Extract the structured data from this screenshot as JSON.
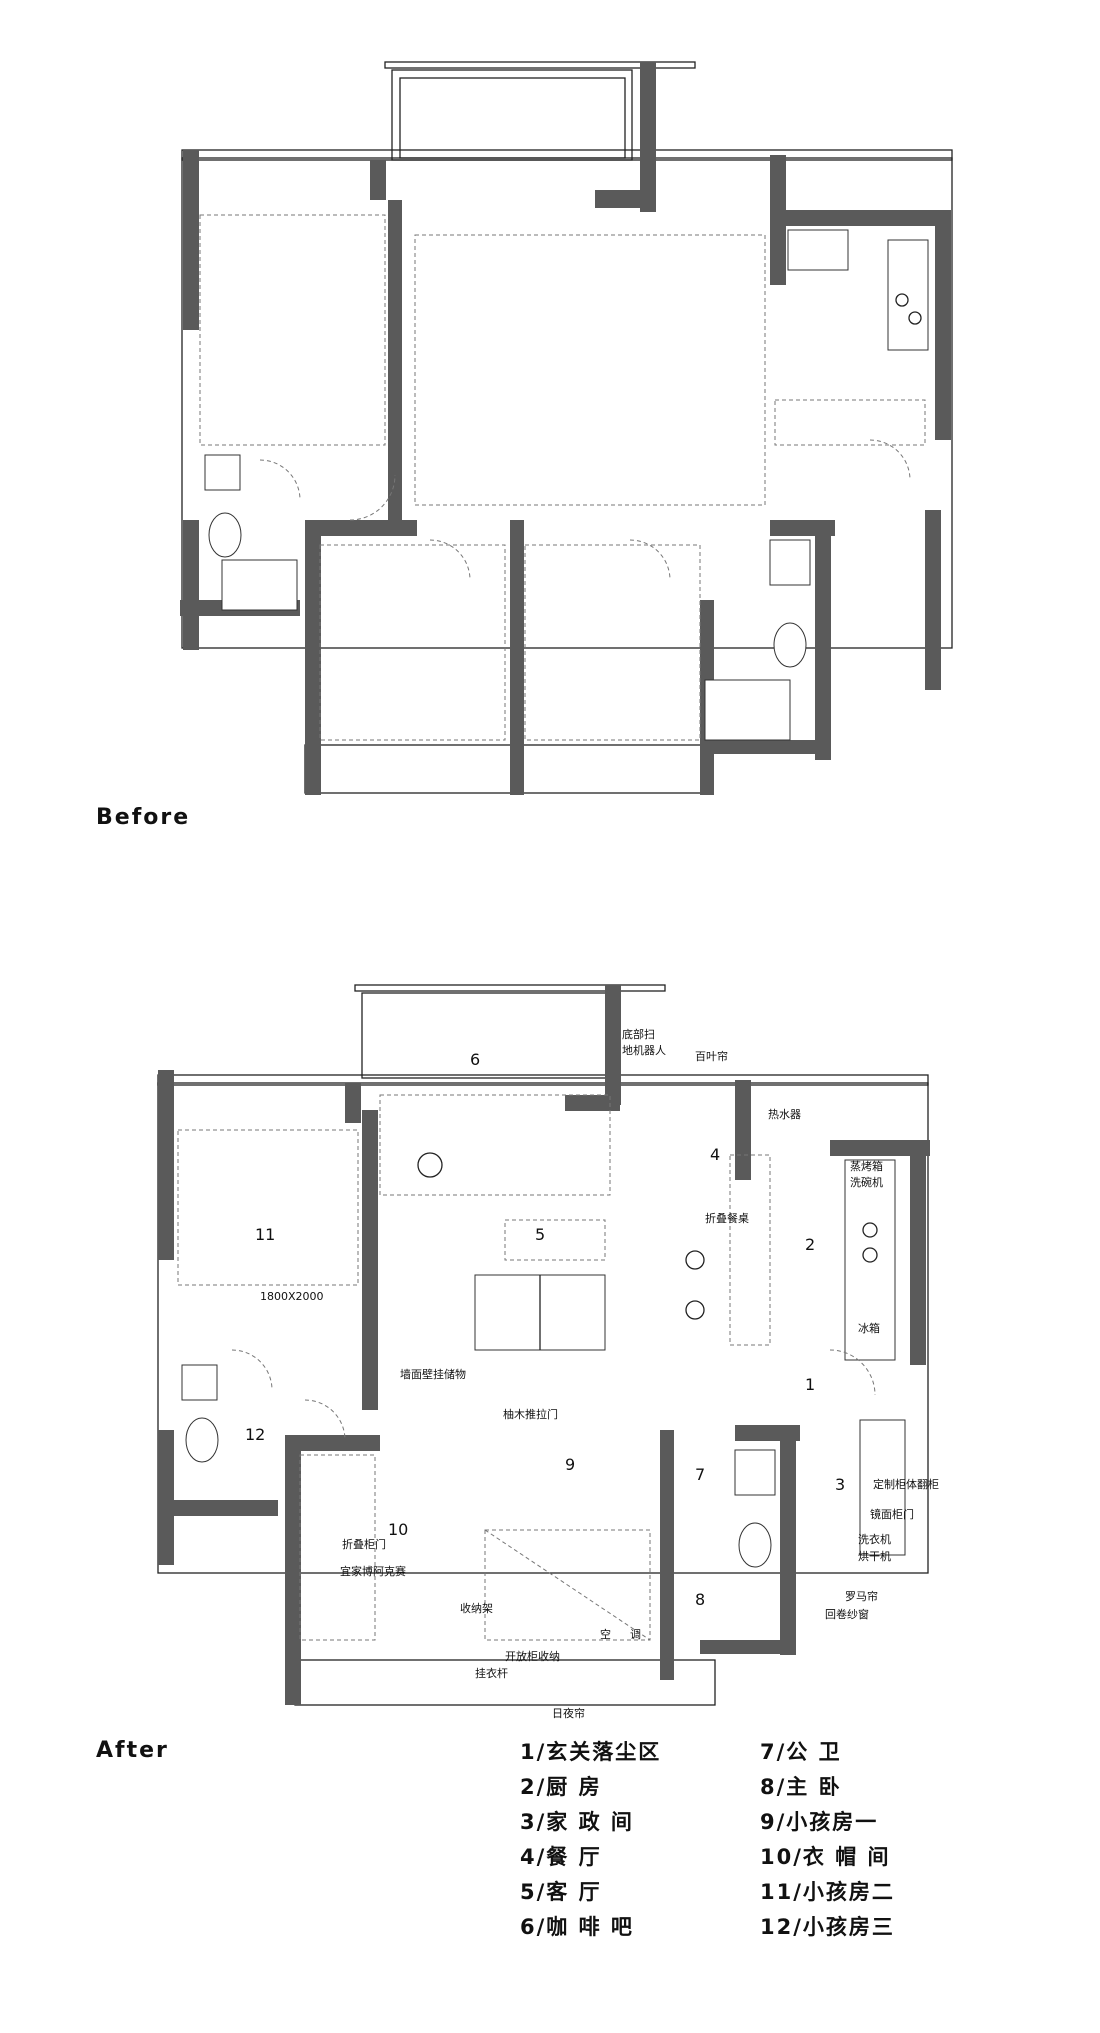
{
  "before": {
    "caption": "Before"
  },
  "after": {
    "caption": "After",
    "room_numbers": [
      "1",
      "2",
      "3",
      "4",
      "5",
      "6",
      "7",
      "8",
      "9",
      "10",
      "11",
      "12"
    ],
    "annotations": {
      "sweeper": "底部扫",
      "sweeper2": "地机器人",
      "blinds": "百叶帘",
      "water_heater": "热水器",
      "steam_oven": "蒸烤箱",
      "dishwasher": "洗碗机",
      "folding_table": "折叠餐桌",
      "fridge": "冰箱",
      "wall_storage": "墙面壁挂储物",
      "sliding_door": "柚木推拉门",
      "bed_size": "1800X2000",
      "custom_cabinet": "定制柜体翻柜",
      "mirror_cabinet": "镜面柜门",
      "washer": "洗衣机",
      "dryer": "烘干机",
      "roman_blind": "罗马帘",
      "roller_window": "回卷纱窗",
      "folding_door": "折叠柜门",
      "ikea": "宜家博阿克赛",
      "storage_rack": "收纳架",
      "clothes_rod": "挂衣杆",
      "open_cabinet": "开放柜收纳",
      "ac_left": "空",
      "ac_right": "调",
      "day_night": "日夜帘"
    }
  },
  "legend": {
    "left": [
      "1/玄关落尘区",
      "2/厨 房",
      "3/家 政 间",
      "4/餐 厅",
      "5/客 厅",
      "6/咖 啡 吧"
    ],
    "right": [
      "7/公 卫",
      "8/主 卧",
      "9/小孩房一",
      "10/衣 帽 间",
      "11/小孩房二",
      "12/小孩房三"
    ]
  },
  "colors": {
    "wall": "#5a5a5a",
    "line": "#222222",
    "background": "#ffffff"
  }
}
